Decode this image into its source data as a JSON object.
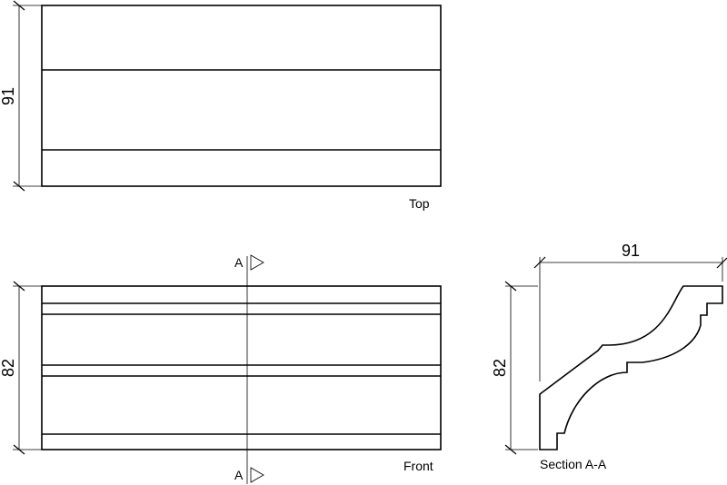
{
  "top_view": {
    "caption": "Top",
    "dim_label": "91"
  },
  "front_view": {
    "caption": "Front",
    "dim_label": "82",
    "section_marker_top": "A",
    "section_marker_bottom": "A"
  },
  "section_view": {
    "caption": "Section A-A",
    "width_label": "91",
    "height_label": "82"
  },
  "colors": {
    "line": "#000000",
    "background": "#ffffff"
  }
}
